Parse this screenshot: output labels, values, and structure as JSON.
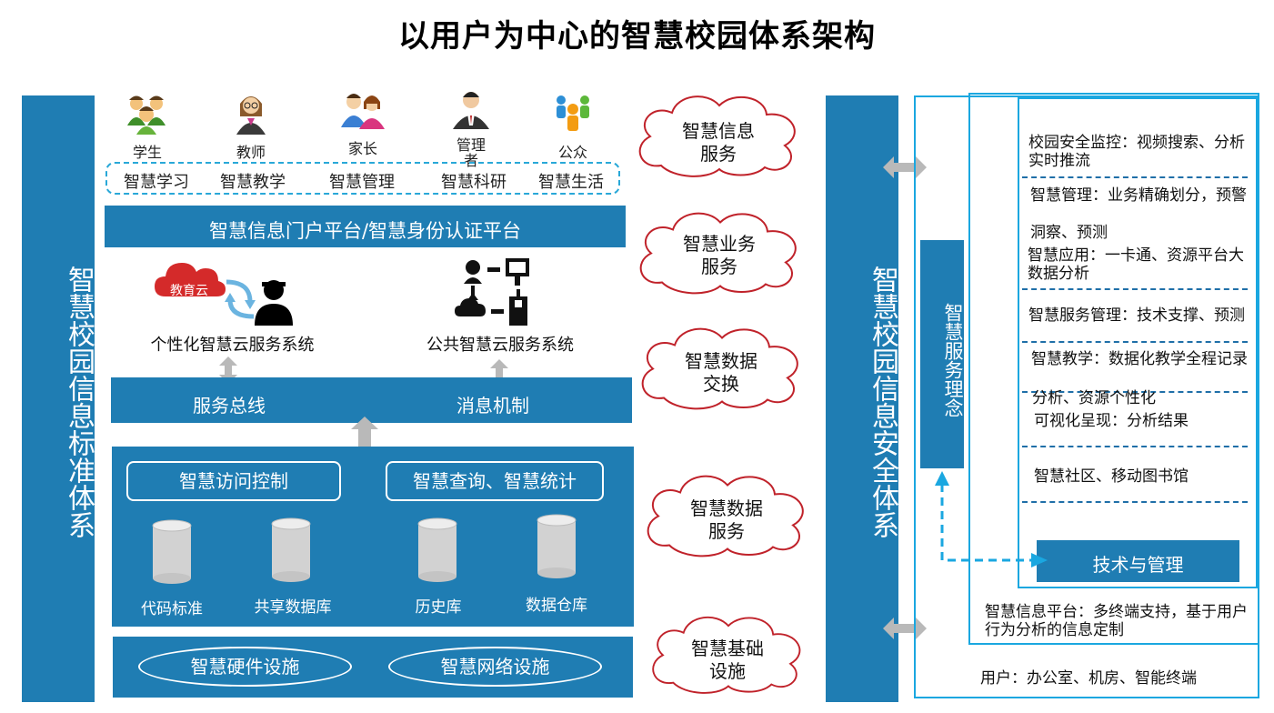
{
  "title": "以用户为中心的智慧校园体系架构",
  "left_column": "智慧校园信息标准体系",
  "right_column": "智慧校园信息安全体系",
  "roles": [
    {
      "label": "学生",
      "icon": "students-icon"
    },
    {
      "label": "教师",
      "icon": "teacher-icon"
    },
    {
      "label": "家长",
      "icon": "parents-icon"
    },
    {
      "label": "管理者",
      "icon": "manager-icon"
    },
    {
      "label": "公众",
      "icon": "public-icon"
    }
  ],
  "functions": [
    "智慧学习",
    "智慧教学",
    "智慧管理",
    "智慧科研",
    "智慧生活"
  ],
  "portal_bar": "智慧信息门户平台/智慧身份认证平台",
  "edu_cloud_badge": "教育云",
  "systems": [
    "个性化智慧云服务系统",
    "公共智慧云服务系统"
  ],
  "bus_bar": {
    "left": "服务总线",
    "right": "消息机制"
  },
  "data_block": {
    "boxes": [
      "智慧访问控制",
      "智慧查询、智慧统计"
    ],
    "databases": [
      "代码标准",
      "共享数据库",
      "历史库",
      "数据仓库"
    ]
  },
  "infrastructure": [
    "智慧硬件设施",
    "智慧网络设施"
  ],
  "clouds": [
    {
      "line1": "智慧信息",
      "line2": "服务"
    },
    {
      "line1": "智慧业务",
      "line2": "服务"
    },
    {
      "line1": "智慧数据",
      "line2": "交换"
    },
    {
      "line1": "智慧数据",
      "line2": "服务"
    },
    {
      "line1": "智慧基础",
      "line2": "设施"
    }
  ],
  "service_concept": "智慧服务理念",
  "right_items": [
    "校园安全监控：视频搜索、分析实时推流",
    "智慧管理：业务精确划分，预警",
    "洞察、预测",
    "智慧应用：一卡通、资源平台大数据分析",
    "智慧服务管理：技术支撑、预测",
    "智慧教学：数据化教学全程记录",
    "分析、资源个性化",
    "可视化呈现：分析结果",
    "智慧社区、移动图书馆"
  ],
  "tech_mgmt": "技术与管理",
  "platform_text": "智慧信息平台：多终端支持，基于用户行为分析的信息定制",
  "user_text": "用户：办公室、机房、智能终端",
  "colors": {
    "primary_blue": "#1f7db3",
    "frame_blue": "#1aa7e0",
    "cloud_red": "#c0222a",
    "arrow_gray": "#b9b9b9"
  }
}
